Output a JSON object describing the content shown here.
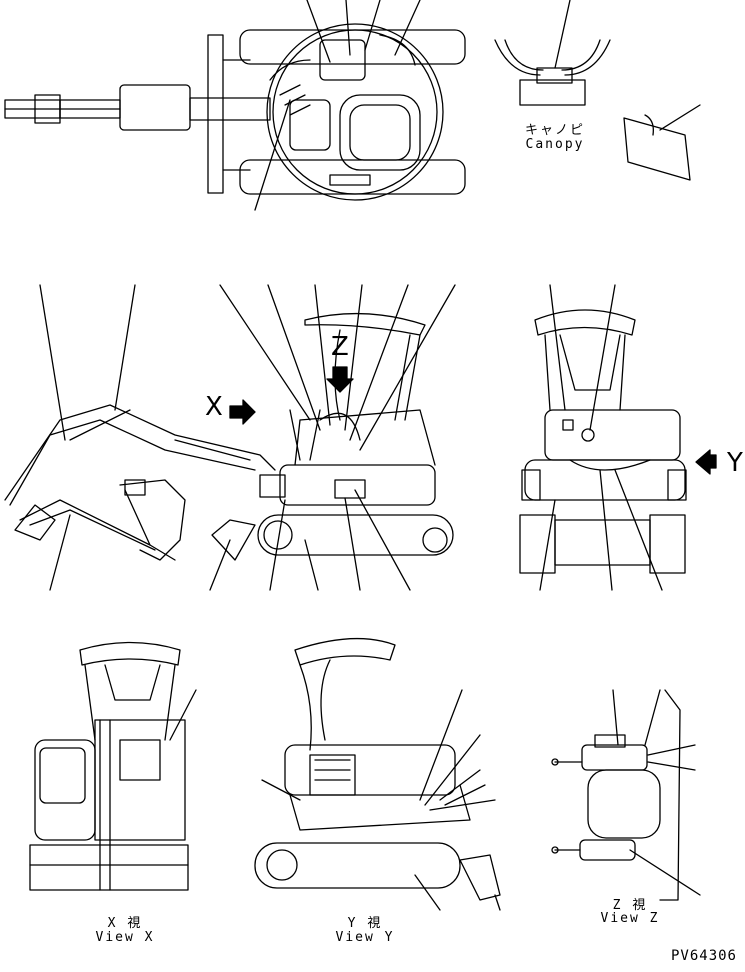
{
  "views": {
    "canopy": {
      "label_jp": "キャノピ",
      "label_en": "Canopy"
    },
    "x": {
      "label_jp": "X 視",
      "label_en": "View X"
    },
    "y": {
      "label_jp": "Y 視",
      "label_en": "View Y"
    },
    "z": {
      "label_jp": "Z 視",
      "label_en": "View Z"
    }
  },
  "markers": {
    "x": "X",
    "y": "Y",
    "z": "Z"
  },
  "part_code": "PV64306"
}
